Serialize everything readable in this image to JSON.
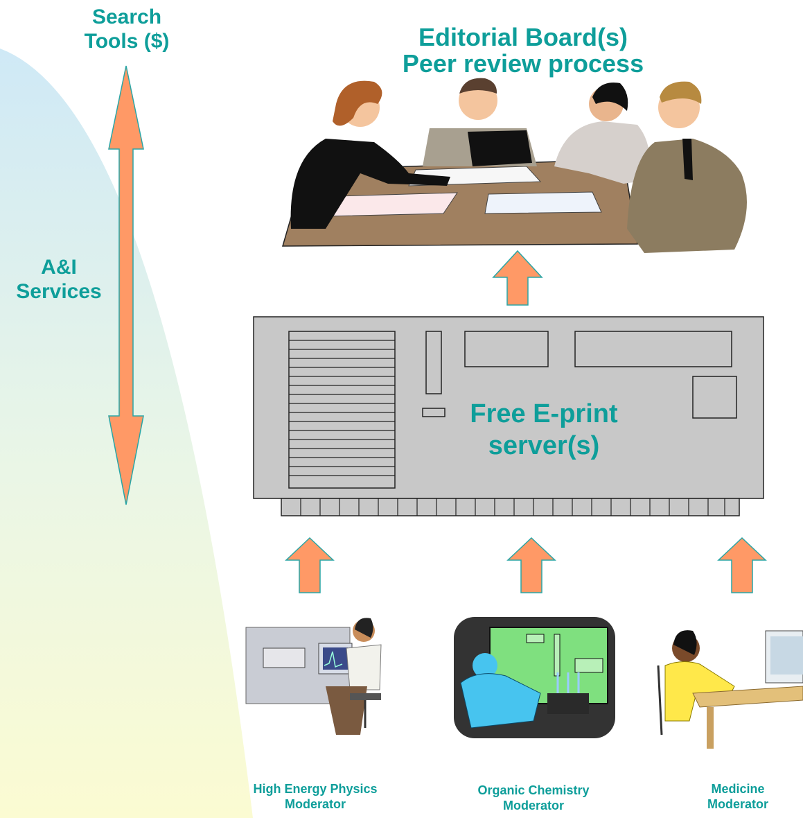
{
  "labels": {
    "search_tools": [
      "Search",
      "Tools ($)"
    ],
    "ai_services": [
      "A&I",
      "Services"
    ],
    "editorial": [
      "Editorial Board(s)",
      "Peer review process"
    ],
    "server": [
      "Free E-print",
      "server(s)"
    ],
    "hep": [
      "High Energy Physics",
      "Moderator"
    ],
    "chem": [
      "Organic Chemistry",
      "Moderator"
    ],
    "med": [
      "Medicine",
      "Moderator"
    ]
  },
  "colors": {
    "text": "#0e9e9a",
    "arrow_fill": "#ff9966",
    "arrow_stroke": "#2aa6a6",
    "server_fill": "#c8c8c8",
    "background_top": "#cfe9f6",
    "background_bottom": "#fbfbd2"
  }
}
